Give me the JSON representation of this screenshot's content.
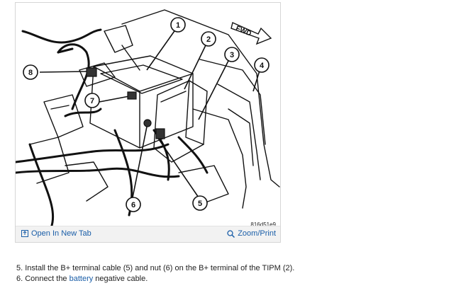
{
  "figure": {
    "callouts": [
      "1",
      "2",
      "3",
      "4",
      "5",
      "6",
      "7",
      "8"
    ],
    "direction_label": "FWD",
    "code": "816d51e9",
    "open_tab_label": "Open In New Tab",
    "zoom_label": "Zoom/Print",
    "icons": {
      "open": "open-in-new-tab-icon",
      "zoom": "magnifier-icon"
    }
  },
  "instructions": {
    "step5": "5. Install the B+ terminal cable (5) and nut (6) on the B+ terminal of the TIPM (2).",
    "step6_prefix": "6. Connect the ",
    "step6_link": "battery",
    "step6_suffix": " negative cable."
  },
  "colors": {
    "link": "#1a5ea8",
    "text": "#222222",
    "bar": "#f2f2f2"
  }
}
